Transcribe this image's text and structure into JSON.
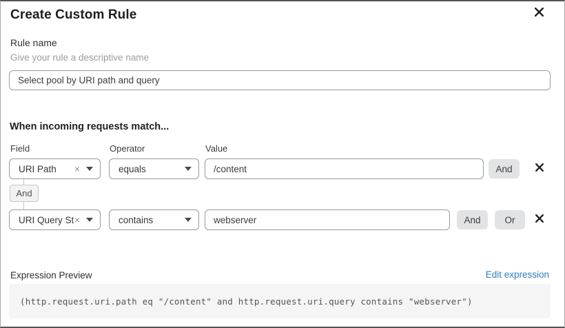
{
  "dialog": {
    "title": "Create Custom Rule"
  },
  "icons": {
    "close": "x-cross",
    "remove_row": "x-cross",
    "clear_selection": "×",
    "dropdown_caret": "triangle-down"
  },
  "rule_name": {
    "label": "Rule name",
    "helper": "Give your rule a descriptive name",
    "value": "Select pool by URI path and query"
  },
  "matcher": {
    "heading": "When incoming requests match...",
    "columns": {
      "field": "Field",
      "operator": "Operator",
      "value": "Value"
    },
    "connector_label": "And",
    "rows": [
      {
        "field": "URI Path",
        "operator": "equals",
        "value": "/content",
        "and_label": "And"
      },
      {
        "field": "URI Query St...",
        "operator": "contains",
        "value": "webserver",
        "and_label": "And",
        "or_label": "Or"
      }
    ]
  },
  "expression_preview": {
    "label": "Expression Preview",
    "edit_link": "Edit expression",
    "expression": "(http.request.uri.path eq \"/content\" and http.request.uri.query contains \"webserver\")"
  },
  "colors": {
    "link_blue": "#2e7cbe",
    "button_gray": "#e2e3e4",
    "code_background": "#f5f5f5",
    "input_border": "#9a9a9a"
  }
}
